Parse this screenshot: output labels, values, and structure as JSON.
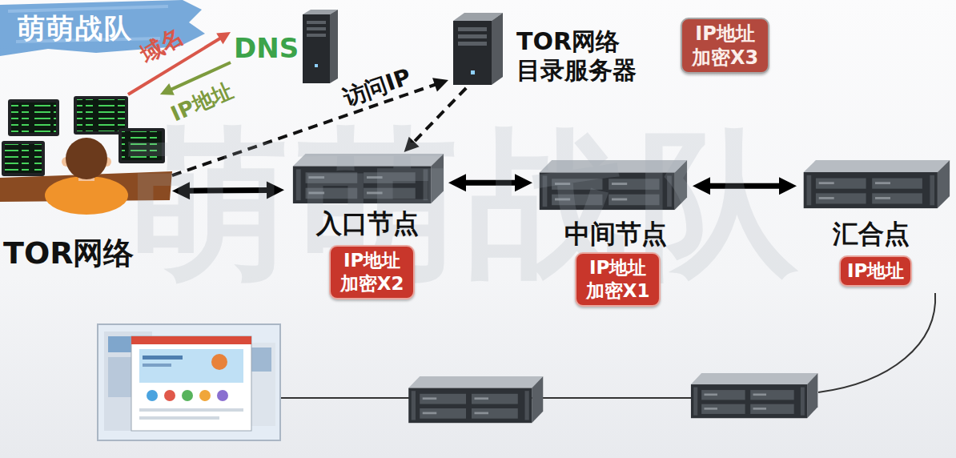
{
  "diagram": {
    "nodes": [
      {
        "text": [
          "TOR网络"
        ]
      },
      {
        "text": [
          "DNS"
        ]
      },
      {
        "text": [
          "TOR网络 目录服务器",
          "IP地址 加密X3"
        ]
      },
      {
        "text": [
          "入口节点",
          "IP地址 加密X2"
        ]
      },
      {
        "text": [
          "中间节点",
          "IP地址 加密X1"
        ]
      },
      {
        "text": [
          "汇合点",
          "IP地址"
        ]
      }
    ],
    "edges": [
      {
        "from": 0,
        "to": 1,
        "label": "域名",
        "arrow": "to"
      },
      {
        "from": 1,
        "to": 0,
        "label": "IP地址",
        "arrow": "to"
      },
      {
        "from": 0,
        "to": 2,
        "label": "访问IP",
        "arrow": "to"
      },
      {
        "from": 2,
        "to": 3,
        "arrow": "to"
      },
      {
        "from": 0,
        "to": 3,
        "arrow": "both"
      },
      {
        "from": 3,
        "to": 4,
        "arrow": "both"
      },
      {
        "from": 4,
        "to": 5,
        "arrow": "both"
      }
    ],
    "labels": [
      "萌萌战队",
      "萌萌战队"
    ]
  }
}
